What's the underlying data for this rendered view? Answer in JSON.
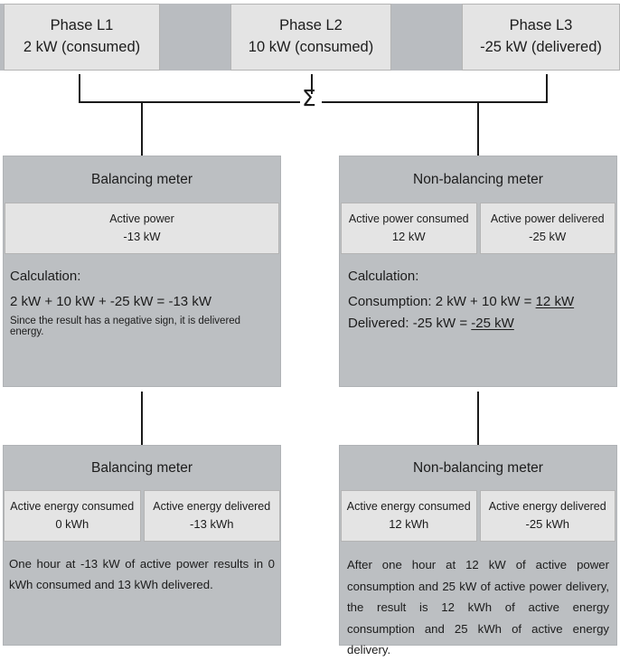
{
  "diagram": {
    "sum_symbol": "Σ",
    "phases": [
      {
        "name": "Phase L1",
        "value": "2 kW (consumed)"
      },
      {
        "name": "Phase L2",
        "value": "10 kW (consumed)"
      },
      {
        "name": "Phase L3",
        "value": "-25 kW (delivered)"
      }
    ],
    "power_row": {
      "balancing": {
        "title": "Balancing meter",
        "cells": [
          {
            "label": "Active power",
            "value": "-13 kW"
          }
        ],
        "calc_heading": "Calculation:",
        "calc_line": "2 kW + 10 kW + -25 kW = -13 kW",
        "calc_note": "Since the result has a negative sign, it is delivered energy."
      },
      "non_balancing": {
        "title": "Non-balancing meter",
        "cells": [
          {
            "label": "Active power consumed",
            "value": "12 kW"
          },
          {
            "label": "Active power delivered",
            "value": "-25 kW"
          }
        ],
        "calc_heading": "Calculation:",
        "consumption_prefix": "Consumption: 2 kW + 10 kW = ",
        "consumption_result": "12 kW",
        "delivered_prefix": "Delivered: -25 kW = ",
        "delivered_result": "-25 kW"
      }
    },
    "energy_row": {
      "balancing": {
        "title": "Balancing meter",
        "cells": [
          {
            "label": "Active energy consumed",
            "value": "0 kWh"
          },
          {
            "label": "Active energy delivered",
            "value": "-13 kWh"
          }
        ],
        "description": "One hour at -13 kW of active power results in 0 kWh consumed and 13 kWh delivered."
      },
      "non_balancing": {
        "title": "Non-balancing meter",
        "cells": [
          {
            "label": "Active energy consumed",
            "value": "12 kWh"
          },
          {
            "label": "Active energy delivered",
            "value": "-25 kWh"
          }
        ],
        "description": "After one hour at 12 kW of active power consumption and 25 kW of active power delivery, the result is 12 kWh of active energy consumption and 25 kWh of active energy delivery."
      }
    },
    "colors": {
      "box_light": "#e4e4e4",
      "box_dark": "#bcbfc2",
      "gap_fill": "#b9bcc0",
      "line": "#1a1a1a",
      "border": "#b4b4b4"
    }
  }
}
